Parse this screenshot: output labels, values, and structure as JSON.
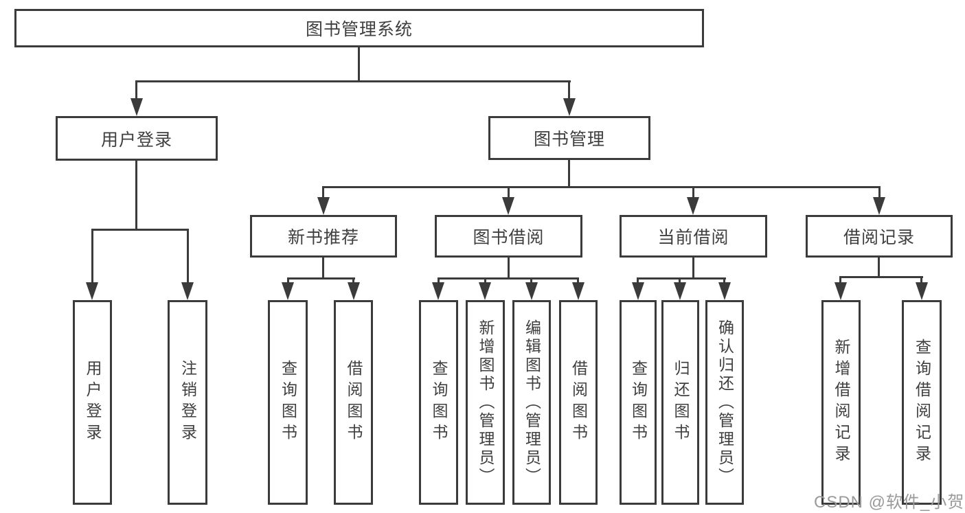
{
  "root": {
    "label": "图书管理系统",
    "children": [
      {
        "label": "用户登录",
        "children": [
          {
            "label": "用户登录"
          },
          {
            "label": "注销登录"
          }
        ]
      },
      {
        "label": "图书管理",
        "children": [
          {
            "label": "新书推荐",
            "children": [
              {
                "label": "查询图书"
              },
              {
                "label": "借阅图书"
              }
            ]
          },
          {
            "label": "图书借阅",
            "children": [
              {
                "label": "查询图书"
              },
              {
                "label": "新增图书（管理员）"
              },
              {
                "label": "编辑图书（管理员）"
              },
              {
                "label": "借阅图书"
              }
            ]
          },
          {
            "label": "当前借阅",
            "children": [
              {
                "label": "查询图书"
              },
              {
                "label": "归还图书"
              },
              {
                "label": "确认归还（管理员）"
              }
            ]
          },
          {
            "label": "借阅记录",
            "children": [
              {
                "label": "新增借阅记录"
              },
              {
                "label": "查询借阅记录"
              }
            ]
          }
        ]
      }
    ]
  },
  "watermark": "CSDN @软件_小贺同学",
  "colors": {
    "line": "#3b3b3b",
    "text": "#3f3f3f",
    "background": "#ffffff",
    "watermark": "#9a9a9a"
  }
}
